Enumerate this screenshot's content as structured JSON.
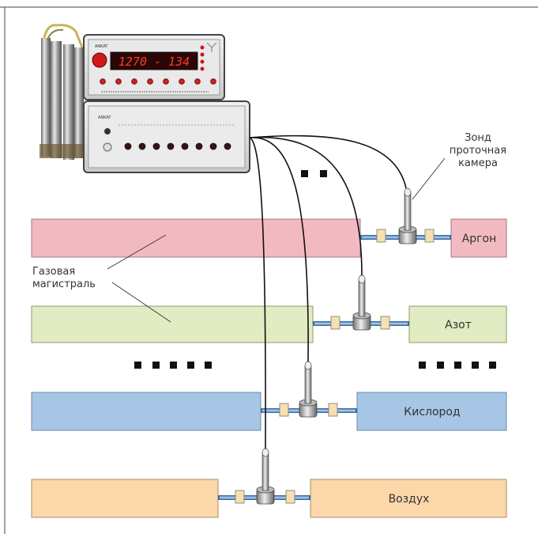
{
  "labels": {
    "probe": [
      "Зонд",
      "проточная",
      "камера"
    ],
    "gas_line": [
      "Газовая",
      "магистраль"
    ]
  },
  "gases": [
    {
      "name": "Аргон",
      "color": "#f3b9c1",
      "border": "#a0787e"
    },
    {
      "name": "Азот",
      "color": "#e2ecc3",
      "border": "#8f9a72"
    },
    {
      "name": "Кислород",
      "color": "#a7c6e6",
      "border": "#6e8bab"
    },
    {
      "name": "Воздух",
      "color": "#fbd7a9",
      "border": "#a88c68"
    }
  ],
  "device": {
    "display_text": "1270 - 134",
    "top_brand": "ANKAT",
    "bottom_brand": "ANKAT"
  },
  "colors": {
    "tube": "#3a6aa0",
    "coupling": "#f6e0b0",
    "ellipsis": "#111111"
  }
}
